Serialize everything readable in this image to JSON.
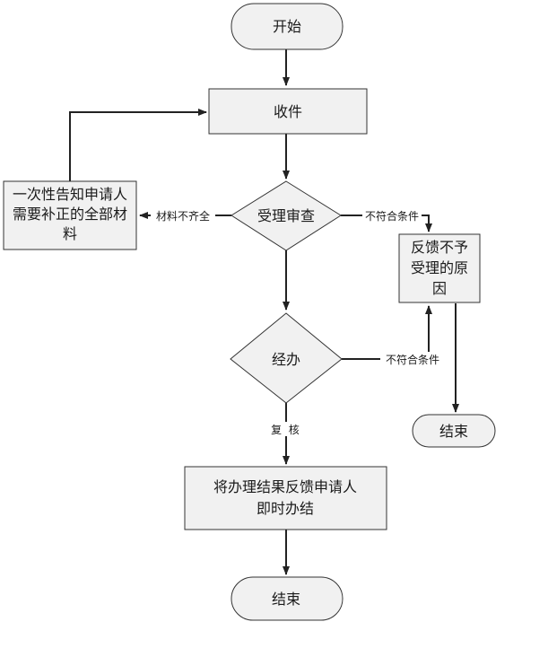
{
  "nodes": {
    "start": "开始",
    "receive": "收件",
    "review": "受理审查",
    "notify_line1": "一次性告知申请人",
    "notify_line2": "需要补正的全部材",
    "notify_line3": "料",
    "reject_line1": "反馈不予",
    "reject_line2": "受理的原",
    "reject_line3": "因",
    "process": "经办",
    "end_right": "结束",
    "result_line1": "将办理结果反馈申请人",
    "result_line2": "即时办结",
    "end_bottom": "结束"
  },
  "edges": {
    "incomplete": "材料不齐全",
    "not_eligible_1": "不符合条件",
    "not_eligible_2": "不符合条件",
    "recheck": "复  核"
  }
}
